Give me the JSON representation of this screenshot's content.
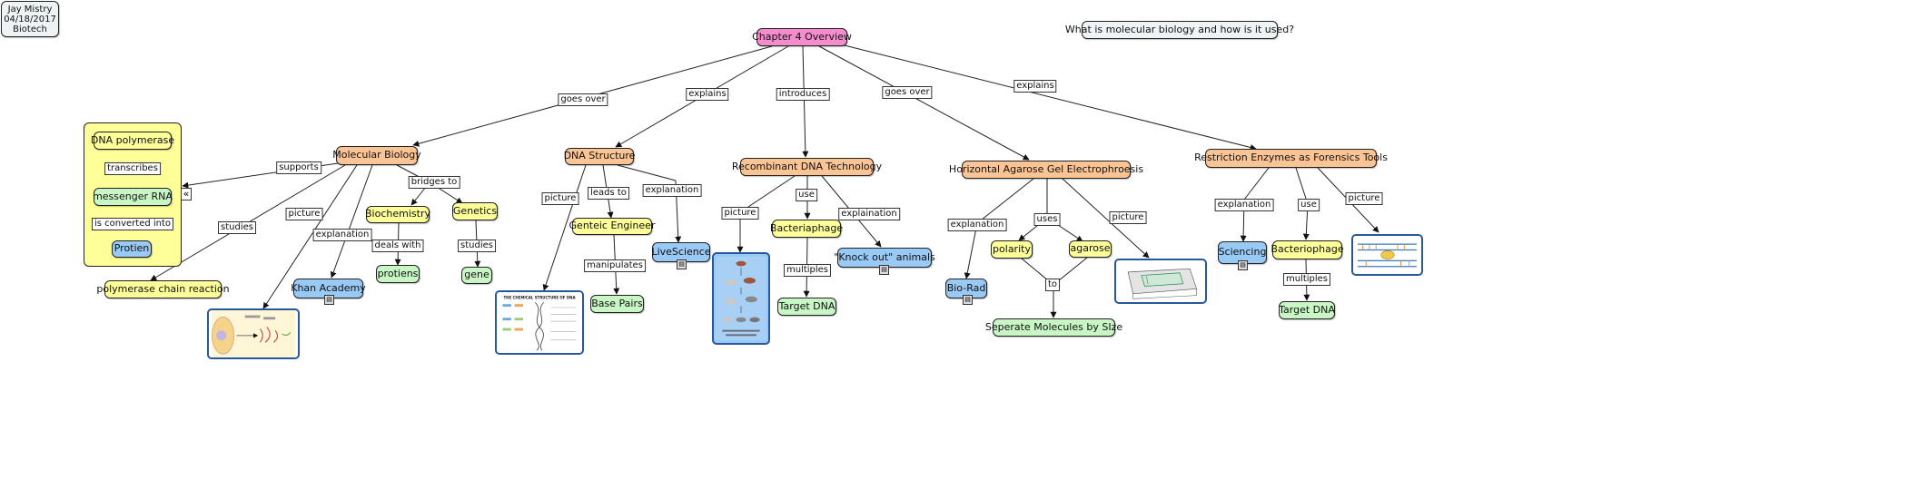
{
  "header": {
    "author_lines": [
      "Jay Mistry",
      "04/18/2017",
      "Biotech"
    ],
    "focus_question": "What is molecular biology and how is it used?"
  },
  "root": "Chapter 4 Overview",
  "colors": {
    "root": "#f48ccd",
    "topic": "#fbc495",
    "concept": "#ffff99",
    "detail": "#c8f7c5",
    "resource": "#99c9f5",
    "thumbnail_border": "#27579c"
  },
  "topics": {
    "molecular_biology": "Molecular Biology",
    "dna_structure": "DNA Structure",
    "recombinant": "Recombinant DNA Technology",
    "gel": "Horizontal Agarose Gel Electrophroesis",
    "restriction": "Restriction Enzymes as Forensics Tools"
  },
  "root_links": {
    "to_molecular_biology": "goes over",
    "to_dna_structure": "explains",
    "to_recombinant": "introduces",
    "to_gel": "goes over",
    "to_restriction": "explains"
  },
  "molecular_biology": {
    "group_items": {
      "dna_polymerase": "DNA polymerase",
      "transcribes": "transcribes",
      "messenger_rna": "messenger RNA",
      "is_converted_into": "is converted into",
      "protien": "Protien",
      "collapse_glyph": "«"
    },
    "links": {
      "supports": "supports",
      "studies": "studies",
      "picture": "picture",
      "explanation": "explanation",
      "bridges_to": "bridges to",
      "deals_with": "deals with",
      "studies_gene": "studies"
    },
    "nodes": {
      "pcr": "polymerase chain reaction",
      "khan": "Khan Academy",
      "biochemistry": "Biochemistry",
      "genetics": "Genetics",
      "protiens": "protiens",
      "gene": "gene"
    }
  },
  "dna_structure": {
    "links": {
      "picture": "picture",
      "leads_to": "leads to",
      "explanation": "explanation",
      "manipulates": "manipulates"
    },
    "nodes": {
      "engineer": "Genteic Engineer",
      "livescience": "LiveScience",
      "base_pairs": "Base Pairs"
    },
    "thumbnail_title": "THE CHEMICAL STRUCTURE OF DNA"
  },
  "recombinant": {
    "links": {
      "picture": "picture",
      "use": "use",
      "explaination": "explaination",
      "multiples": "multiples"
    },
    "nodes": {
      "bacteriaphage": "Bacteriaphage",
      "knockout": "\"Knock out\" animals",
      "target_dna": "Target DNA"
    }
  },
  "gel": {
    "links": {
      "explanation": "explanation",
      "uses": "uses",
      "picture": "picture",
      "to": "to"
    },
    "nodes": {
      "biorad": "Bio-Rad",
      "polarity": "polarity",
      "agarose": "agarose",
      "separate": "Seperate Molecules by SIze"
    }
  },
  "restriction": {
    "links": {
      "explanation": "explanation",
      "use": "use",
      "picture": "picture",
      "multiples": "multiples"
    },
    "nodes": {
      "sciencing": "Sciencing",
      "bacteriophage": "Bacteriophage",
      "target_dna": "Target DNA"
    }
  }
}
